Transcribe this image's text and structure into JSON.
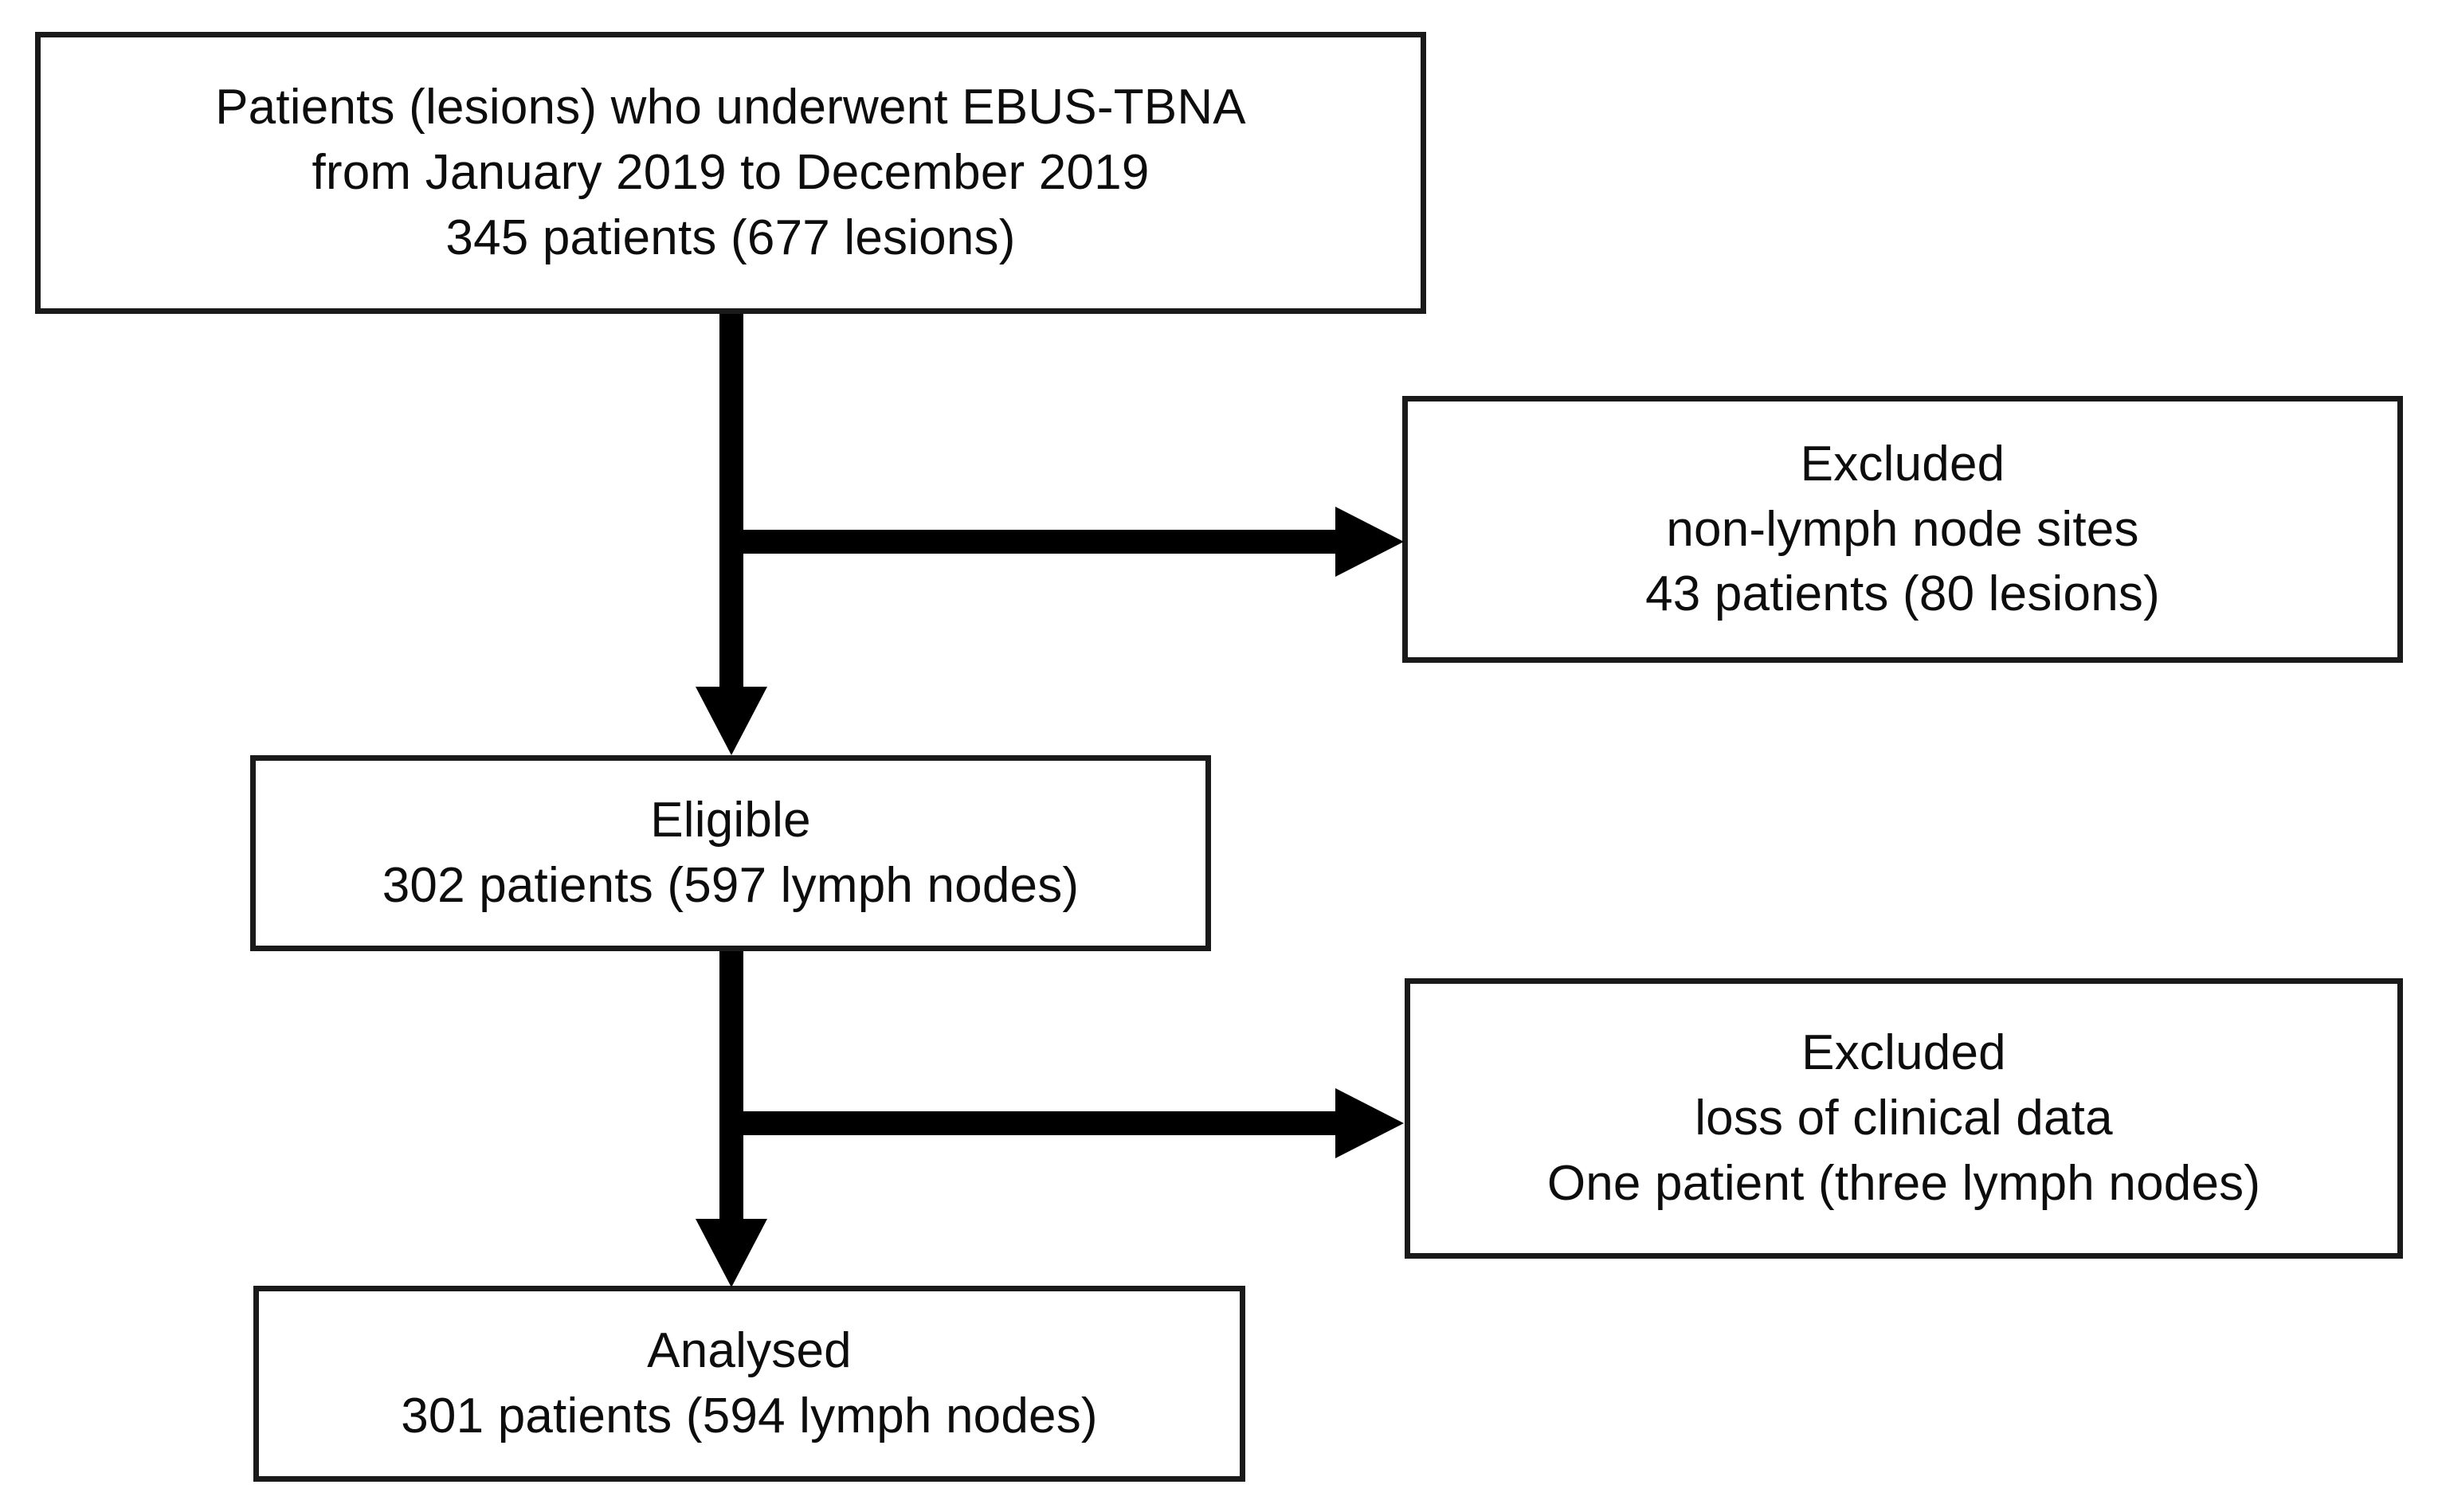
{
  "diagram": {
    "type": "study-flow-diagram",
    "title": "EBUS-TBNA patient selection flow",
    "nodes": [
      {
        "id": "enrollment",
        "name": "enrollment-box",
        "lines": [
          "Patients (lesions) who underwent EBUS-TBNA",
          "from  January 2019 to December 2019",
          "345 patients (677 lesions)"
        ]
      },
      {
        "id": "excluded-1",
        "name": "excluded-box-1",
        "lines": [
          "Excluded",
          "non-lymph node sites",
          "43 patients (80 lesions)"
        ]
      },
      {
        "id": "eligible",
        "name": "eligible-box",
        "lines": [
          "Eligible",
          "302 patients (597 lymph nodes)"
        ]
      },
      {
        "id": "excluded-2",
        "name": "excluded-box-2",
        "lines": [
          "Excluded",
          "loss of clinical data",
          "One patient (three lymph nodes)"
        ]
      },
      {
        "id": "analysed",
        "name": "analysed-box",
        "lines": [
          "Analysed",
          "301 patients (594 lymph nodes)"
        ]
      }
    ],
    "connectors": [
      {
        "id": "c1",
        "from": "enrollment",
        "to": "eligible",
        "direction": "down"
      },
      {
        "id": "c1b",
        "from": "enrollment",
        "to": "excluded-1",
        "direction": "right"
      },
      {
        "id": "c2",
        "from": "eligible",
        "to": "analysed",
        "direction": "down"
      },
      {
        "id": "c2b",
        "from": "eligible",
        "to": "excluded-2",
        "direction": "right"
      }
    ],
    "colors": {
      "background": "#ffffff",
      "box_border": "#1a1a1a",
      "arrow": "#000000",
      "text": "#0d0d0d"
    }
  }
}
